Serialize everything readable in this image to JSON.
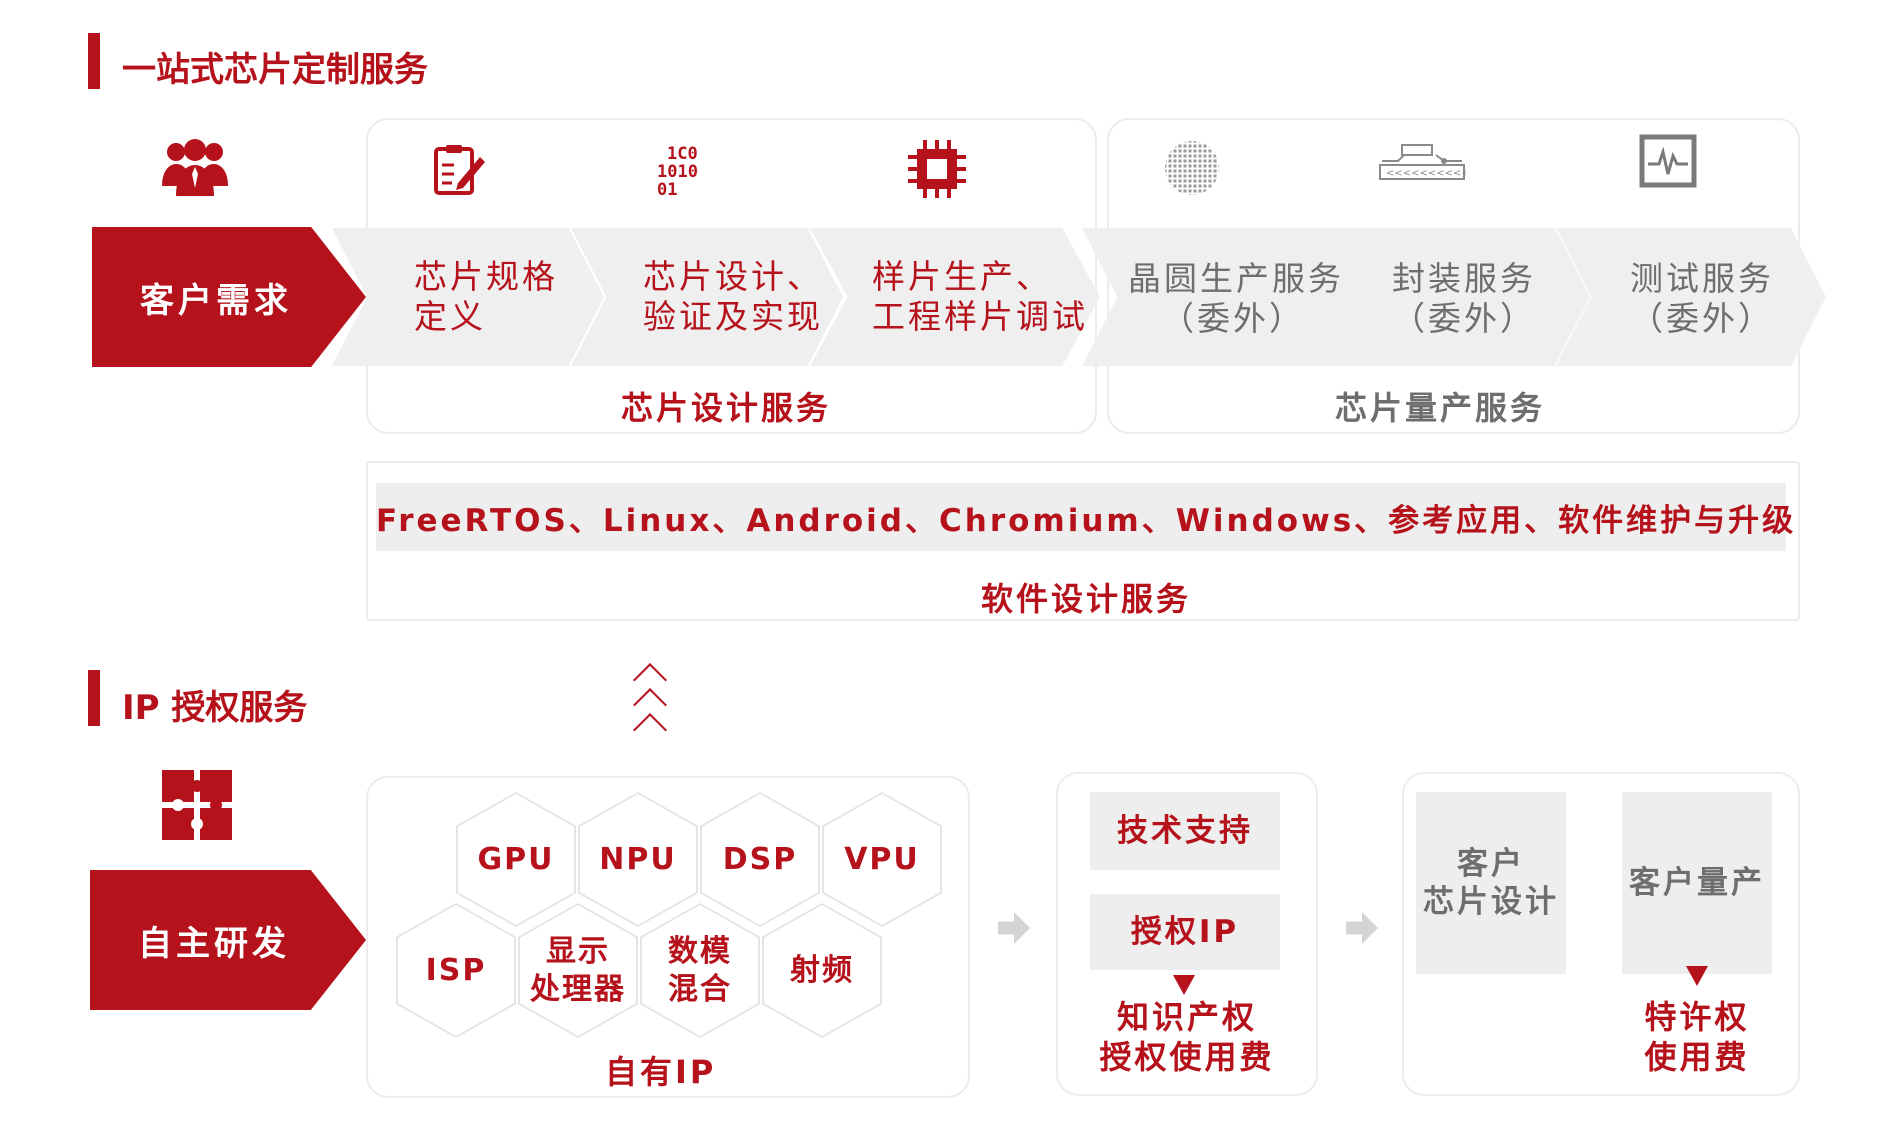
{
  "sections": {
    "custom_title": "一站式芯片定制服务",
    "ip_title": "IP 授权服务"
  },
  "customer": {
    "need_label": "客户需求",
    "icon": "customers-icon"
  },
  "design_steps": [
    {
      "line1": "芯片规格",
      "line2": "定义",
      "icon": "spec-clipboard-icon"
    },
    {
      "line1": "芯片设计、",
      "line2": "验证及实现",
      "icon": "binary-code-icon"
    },
    {
      "line1": "样片生产、",
      "line2": "工程样片调试",
      "icon": "chip-icon"
    }
  ],
  "production_steps": [
    {
      "line1": "晶圆生产服务",
      "line2": "（委外）",
      "icon": "wafer-icon"
    },
    {
      "line1": "封装服务",
      "line2": "（委外）",
      "icon": "package-icon"
    },
    {
      "line1": "测试服务",
      "line2": "（委外）",
      "icon": "test-monitor-icon"
    }
  ],
  "design_service_label": "芯片设计服务",
  "production_service_label": "芯片量产服务",
  "software": {
    "items_text": "FreeRTOS、Linux、Android、Chromium、Windows、参考应用、软件维护与升级",
    "label": "软件设计服务"
  },
  "ip": {
    "self_rd_label": "自主研发",
    "icon": "puzzle-icon",
    "hexes_row1": [
      "GPU",
      "NPU",
      "DSP",
      "VPU"
    ],
    "hexes_row2": [
      {
        "line1": "ISP",
        "line2": ""
      },
      {
        "line1": "显示",
        "line2": "处理器"
      },
      {
        "line1": "数模",
        "line2": "混合"
      },
      {
        "line1": "射频",
        "line2": ""
      }
    ],
    "own_ip_label": "自有IP",
    "tech_support": "技术支持",
    "license_ip": "授权IP",
    "license_fee_line1": "知识产权",
    "license_fee_line2": "授权使用费",
    "client_design_line1": "客户",
    "client_design_line2": "芯片设计",
    "client_production": "客户量产",
    "royalty_line1": "特许权",
    "royalty_line2": "使用费"
  },
  "colors": {
    "accent": "#b5121b",
    "chevron_grey": "#efefef",
    "grey_text": "#6e6e6e"
  }
}
